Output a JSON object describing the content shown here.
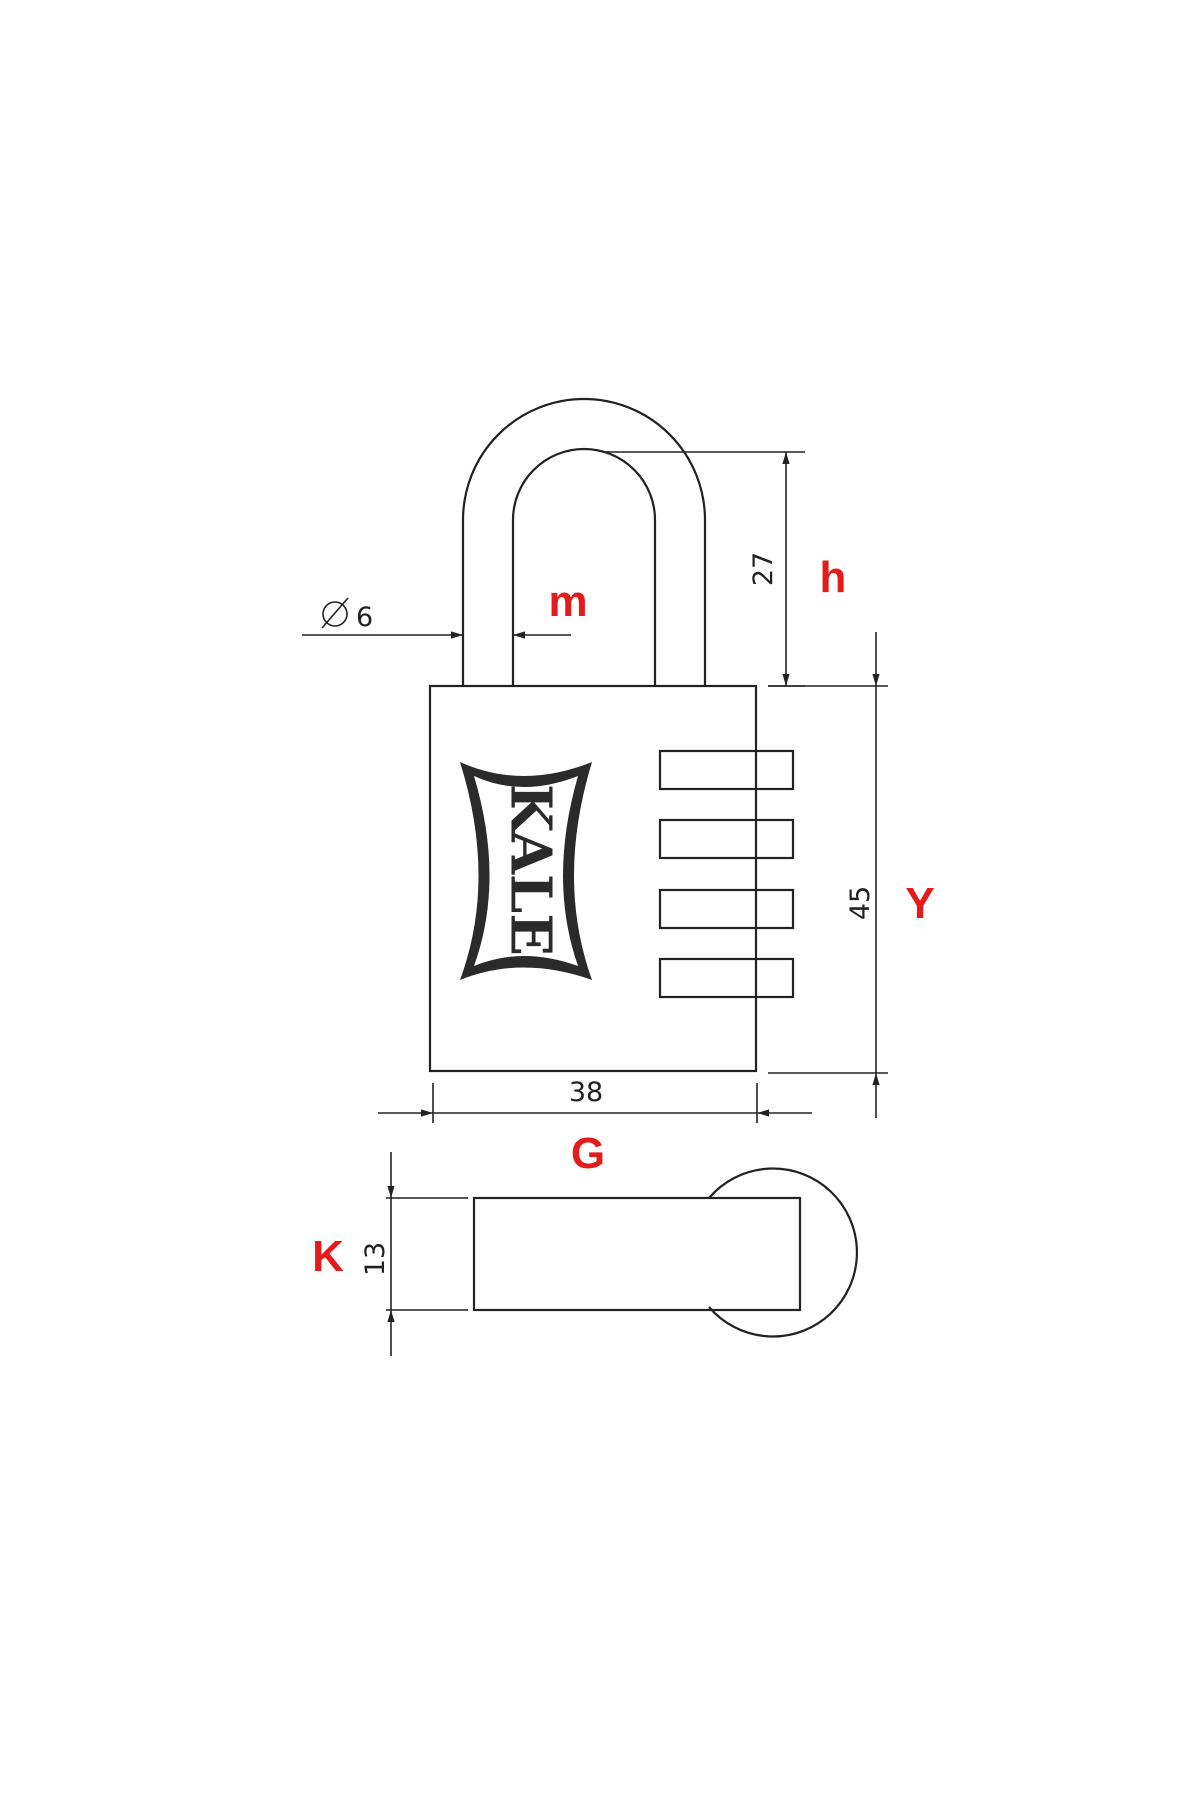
{
  "diagram": {
    "brand_logo": "KALE",
    "colors": {
      "line": "#222222",
      "dimension_letter": "#e31b1b",
      "background": "#ffffff"
    },
    "dimensions": [
      {
        "value": "27",
        "letter": "h"
      },
      {
        "value": "6",
        "prefix": "∅",
        "letter": "m"
      },
      {
        "value": "45",
        "letter": "Y"
      },
      {
        "value": "38",
        "letter": "G"
      },
      {
        "value": "13",
        "letter": "K"
      }
    ]
  }
}
